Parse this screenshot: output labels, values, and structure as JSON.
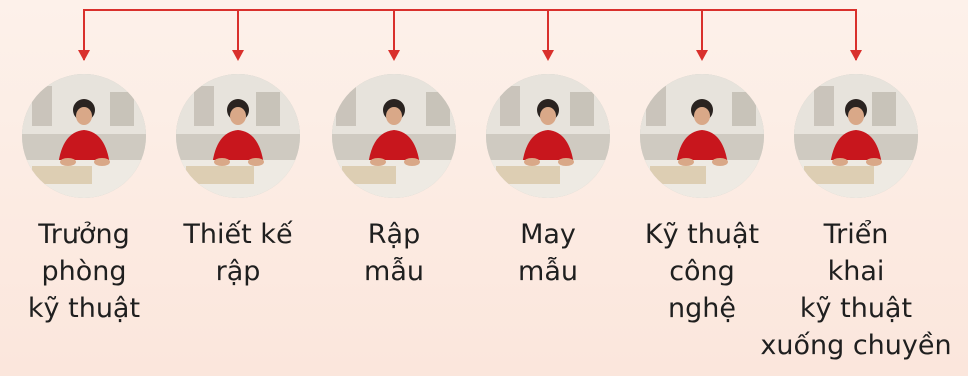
{
  "colors": {
    "connector": "#d9302c",
    "shirt": "#c8161d"
  },
  "roles": [
    {
      "label": "Trưởng\nphòng\nkỹ thuật",
      "icon": "person-at-cutting-table-photo"
    },
    {
      "label": "Thiết kế\nrập",
      "icon": "person-drafting-pattern-photo"
    },
    {
      "label": "Rập\nmẫu",
      "icon": "person-holding-pattern-photo"
    },
    {
      "label": "May\nmẫu",
      "icon": "person-sewing-sample-photo"
    },
    {
      "label": "Kỹ thuật\ncông\nnghệ",
      "icon": "person-inspecting-fabric-photo"
    },
    {
      "label": "Triển\nkhai\nkỹ thuật\nxuống chuyền",
      "icon": "person-at-production-line-photo"
    }
  ]
}
